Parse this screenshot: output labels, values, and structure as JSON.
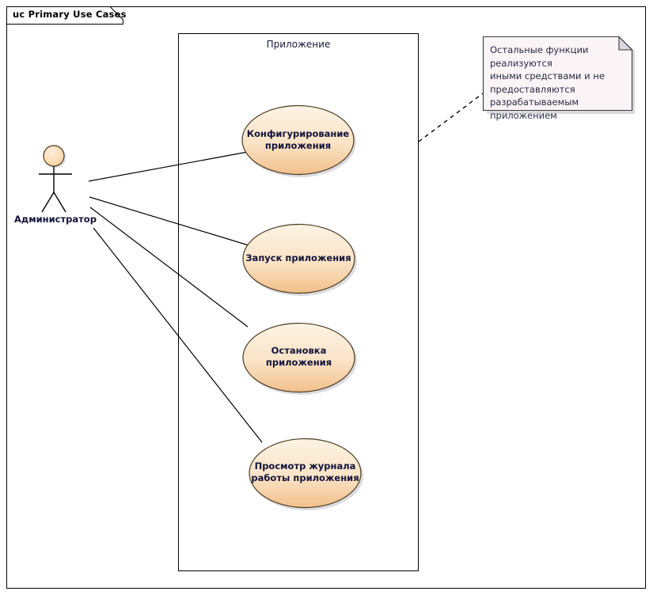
{
  "diagram": {
    "frame_label": "uc Primary Use Cases",
    "boundary_label": "Приложение",
    "actor": {
      "name": "Администратор",
      "icon": "stick-figure-actor-icon"
    },
    "use_cases": [
      {
        "id": "uc-configure",
        "line1": "Конфигурирование",
        "line2": "приложения"
      },
      {
        "id": "uc-start",
        "line1": "Запуск приложения",
        "line2": ""
      },
      {
        "id": "uc-stop",
        "line1": "Остановка",
        "line2": "приложения"
      },
      {
        "id": "uc-viewlog",
        "line1": "Просмотр журнала",
        "line2": "работы приложения"
      }
    ],
    "note": {
      "line1": "Остальные функции реализуются",
      "line2": "иными средствами и не",
      "line3": "предоставляются",
      "line4": "разрабатываемым приложением"
    },
    "colors": {
      "ellipse_fill_top": "#fdf0de",
      "ellipse_fill_bottom": "#f3c48f",
      "ellipse_stroke": "#5a4024",
      "note_fill": "#faf4f6",
      "note_stroke": "#3c3c3c",
      "actor_head_fill": "#fbdcb4",
      "line_color": "#000000",
      "text_color": "#12123a"
    }
  }
}
